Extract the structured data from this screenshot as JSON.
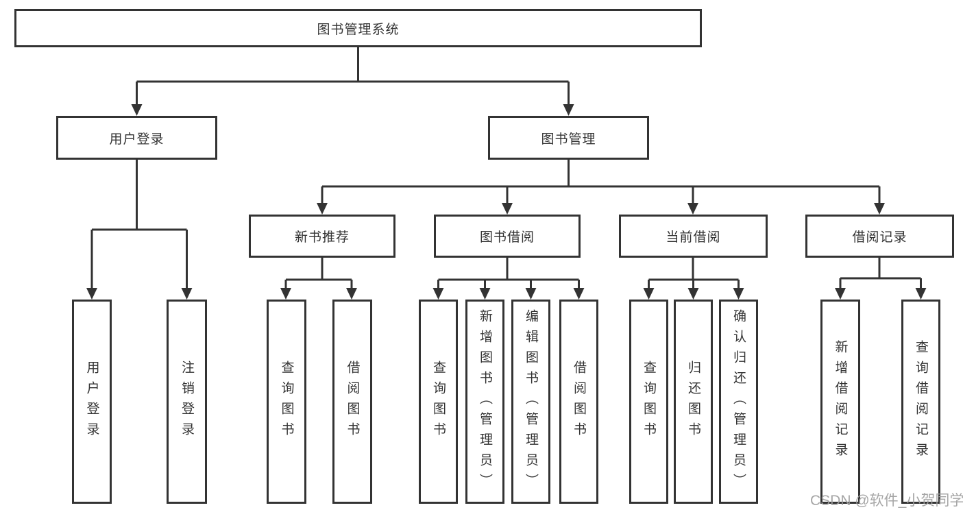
{
  "diagram": {
    "root": {
      "label": "图书管理系统",
      "children": [
        {
          "label": "用户登录",
          "children": [
            {
              "label": "用户登录"
            },
            {
              "label": "注销登录"
            }
          ]
        },
        {
          "label": "图书管理",
          "children": [
            {
              "label": "新书推荐",
              "children": [
                {
                  "label": "查询图书"
                },
                {
                  "label": "借阅图书"
                }
              ]
            },
            {
              "label": "图书借阅",
              "children": [
                {
                  "label": "查询图书"
                },
                {
                  "label": "新增图书（管理员）"
                },
                {
                  "label": "编辑图书（管理员）"
                },
                {
                  "label": "借阅图书"
                }
              ]
            },
            {
              "label": "当前借阅",
              "children": [
                {
                  "label": "查询图书"
                },
                {
                  "label": "归还图书"
                },
                {
                  "label": "确认归还（管理员）"
                }
              ]
            },
            {
              "label": "借阅记录",
              "children": [
                {
                  "label": "新增借阅记录"
                },
                {
                  "label": "查询借阅记录"
                }
              ]
            }
          ]
        }
      ]
    }
  },
  "watermark": {
    "text": "CSDN @软件_小贺同学",
    "color": "#9e9e9e"
  },
  "colors": {
    "line": "#333333",
    "node_border": "#333333",
    "node_fill": "#ffffff",
    "text": "#333333",
    "background": "#ffffff"
  }
}
